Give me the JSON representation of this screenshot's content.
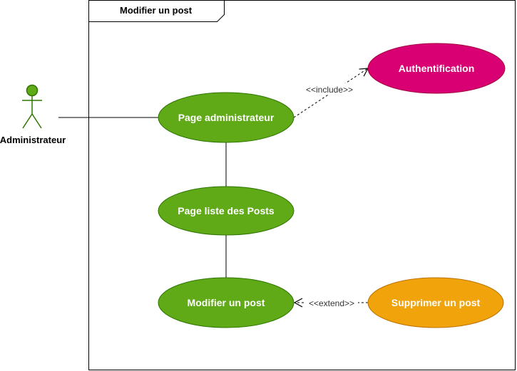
{
  "frame": {
    "title": "Modifier un post"
  },
  "actor": {
    "label": "Administrateur",
    "color": "#60a917"
  },
  "use_cases": {
    "page_admin": {
      "label": "Page administrateur",
      "color": "#60a917"
    },
    "authentification": {
      "label": "Authentification",
      "color": "#d80073"
    },
    "page_liste": {
      "label": "Page liste des Posts",
      "color": "#60a917"
    },
    "modifier_post": {
      "label": "Modifier un post",
      "color": "#60a917"
    },
    "supprimer_post": {
      "label": "Supprimer un post",
      "color": "#f0a30a"
    }
  },
  "relations": {
    "include": "<<include>>",
    "extend": "<<extend>>"
  }
}
